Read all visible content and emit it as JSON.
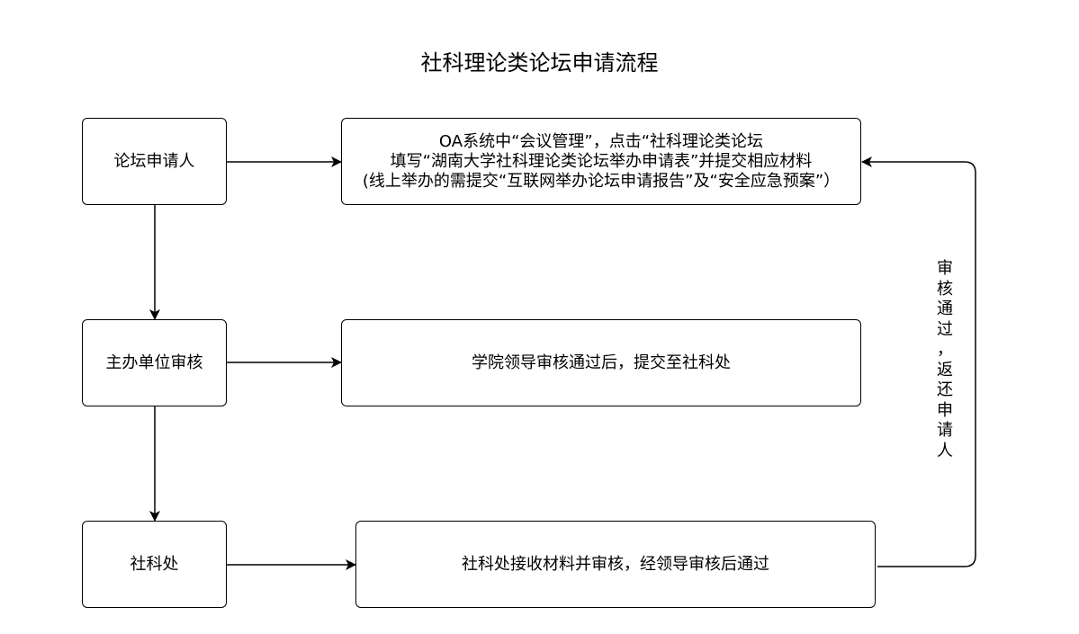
{
  "title": "社科理论类论坛申请流程",
  "nodes": {
    "applicant": "论坛申请人",
    "organizer_review": "主办单位审核",
    "social_science_office": "社科处",
    "oa_submit": {
      "line1": "OA系统中“会议管理”，点击“社科理论类论坛",
      "line2": "填写“湖南大学社科理论类论坛举办申请表”并提交相应材料",
      "line3": "(线上举办的需提交“互联网举办论坛申请报告”及“安全应急预案”）"
    },
    "college_review": "学院领导审核通过后，提交至社科处",
    "office_process": "社科处接收材料并审核，经领导审核后通过"
  },
  "return_edge_label": [
    "审",
    "核",
    "通",
    "过",
    "，",
    "返",
    "还",
    "申",
    "请",
    "人"
  ]
}
